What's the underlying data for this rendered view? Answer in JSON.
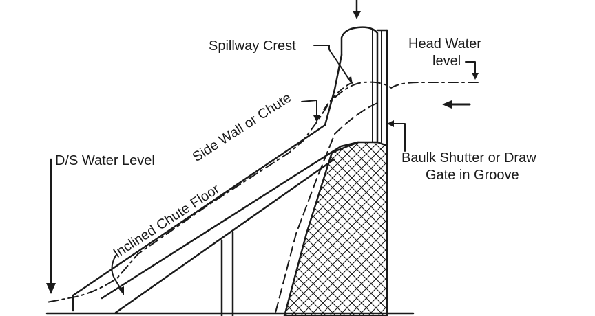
{
  "labels": {
    "spillway_crest": "Spillway Crest",
    "head_water_line1": "Head Water",
    "head_water_line2": "level",
    "side_wall": "Side Wall or Chute",
    "ds_water_level": "D/S Water Level",
    "baulk_line1": "Baulk Shutter or Draw",
    "baulk_line2": "Gate in Groove",
    "chute_floor": "Inclined Chute Floor"
  },
  "colors": {
    "ink": "#1a1a1a",
    "background": "#ffffff"
  }
}
